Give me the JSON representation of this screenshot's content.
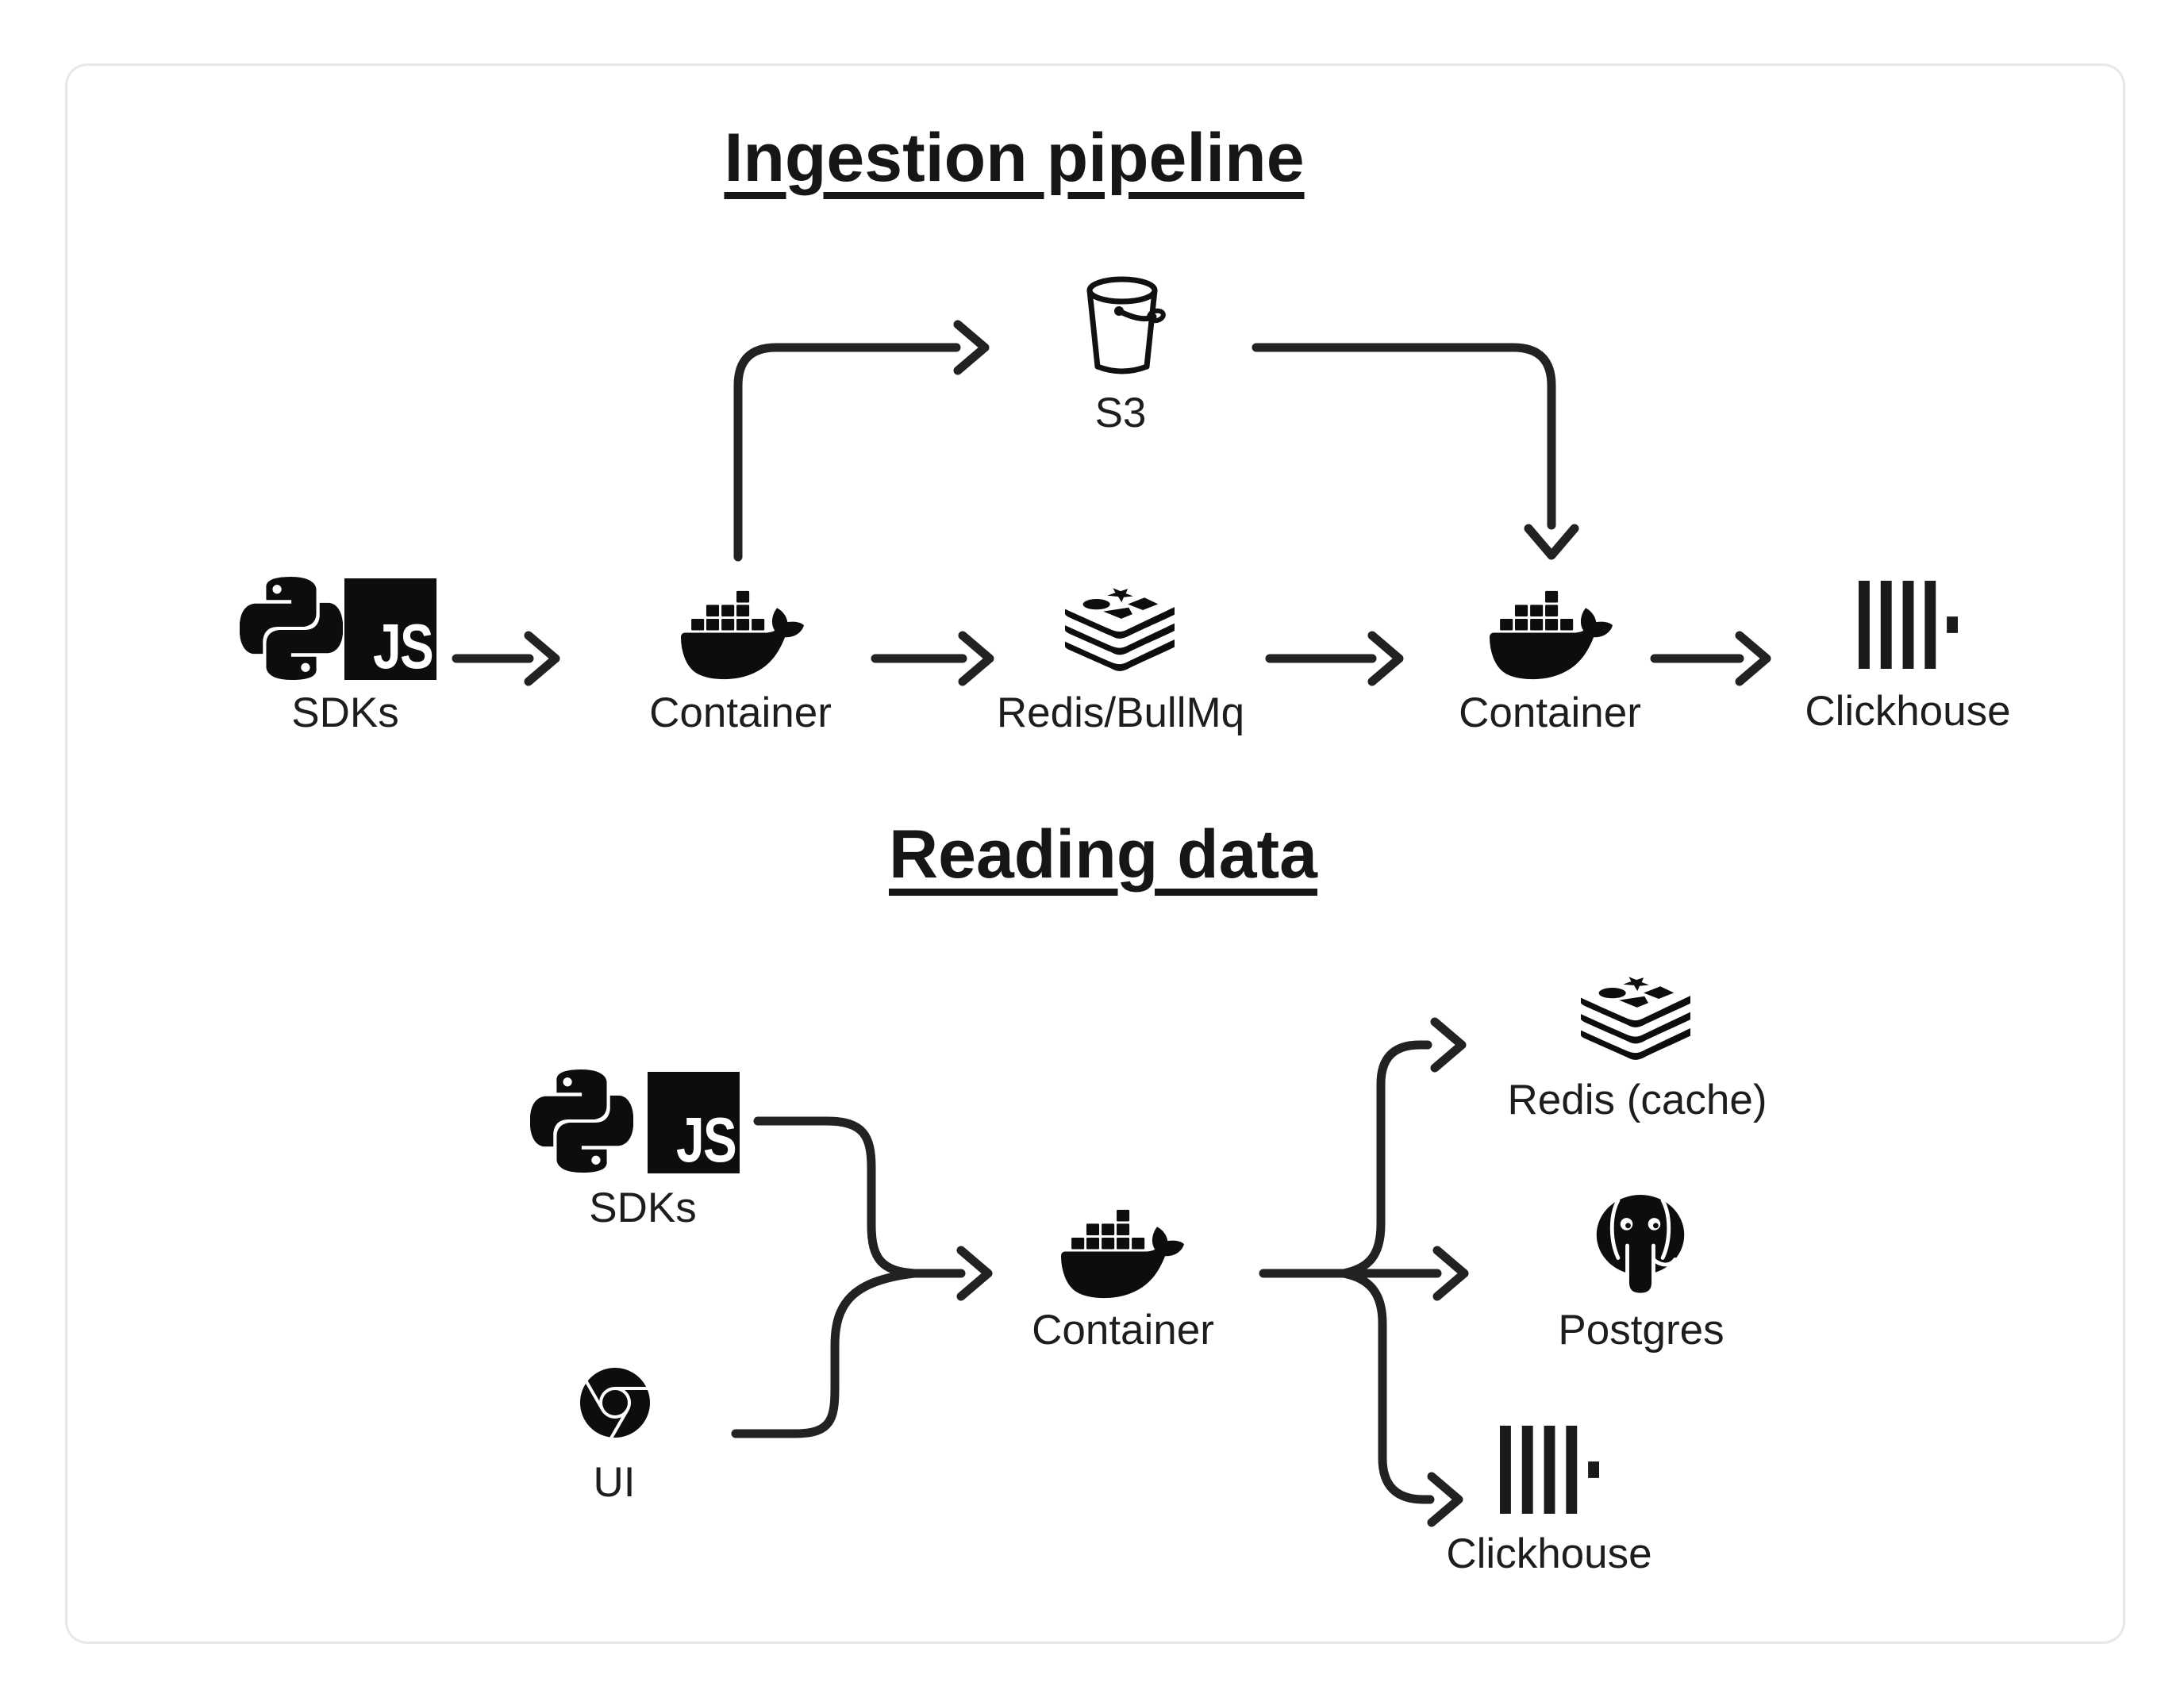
{
  "card": {
    "background": "#ffffff",
    "border_color": "#e7e7e7"
  },
  "colors": {
    "ink": "#1d1d1d",
    "title_ink": "#161616",
    "line": "#222222",
    "icon": "#0d0d0d"
  },
  "badges": {
    "js": "JS"
  },
  "ingestion": {
    "title": "Ingestion pipeline",
    "nodes": {
      "sdks": {
        "label": "SDKs",
        "icons": [
          "python-icon",
          "javascript-icon"
        ]
      },
      "container_ingest": {
        "label": "Container",
        "icons": [
          "docker-icon"
        ]
      },
      "redis_queue": {
        "label": "Redis/BullMq",
        "icons": [
          "redis-icon"
        ]
      },
      "s3": {
        "label": "S3",
        "icons": [
          "s3-bucket-icon"
        ]
      },
      "container_worker": {
        "label": "Container",
        "icons": [
          "docker-icon"
        ]
      },
      "clickhouse": {
        "label": "Clickhouse",
        "icons": [
          "clickhouse-icon"
        ]
      }
    },
    "flow": [
      "SDKs -> Container",
      "Container -> S3",
      "Container -> Redis/BullMq",
      "Redis/BullMq -> Container",
      "S3 -> Container",
      "Container -> Clickhouse"
    ]
  },
  "reading": {
    "title": "Reading data",
    "nodes": {
      "sdks": {
        "label": "SDKs",
        "icons": [
          "python-icon",
          "javascript-icon"
        ]
      },
      "ui": {
        "label": "UI",
        "icons": [
          "chrome-icon"
        ]
      },
      "container": {
        "label": "Container",
        "icons": [
          "docker-icon"
        ]
      },
      "redis_cache": {
        "label": "Redis (cache)",
        "icons": [
          "redis-icon"
        ]
      },
      "postgres": {
        "label": "Postgres",
        "icons": [
          "postgres-icon"
        ]
      },
      "clickhouse": {
        "label": "Clickhouse",
        "icons": [
          "clickhouse-icon"
        ]
      }
    },
    "flow": [
      "SDKs -> Container",
      "UI -> Container",
      "Container -> Redis (cache)",
      "Container -> Postgres",
      "Container -> Clickhouse"
    ]
  }
}
